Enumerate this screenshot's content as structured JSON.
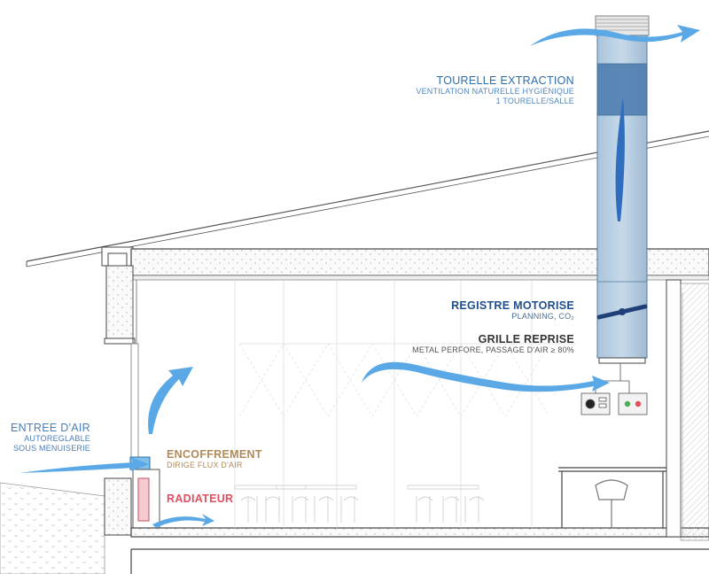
{
  "colors": {
    "air_flow": "#5aa9e6",
    "tower_title": "#2f6ea8",
    "register_title": "#1f4e8c",
    "grille_title": "#333333",
    "intake_title": "#4a7fb5",
    "casing_title": "#b08a5a",
    "radiator_title": "#e05060",
    "subtitle_grey": "#7a8a99"
  },
  "icons": {
    "air_flow": "air-flow-arrow-icon",
    "damper": "motorized-damper-icon",
    "controller": "co2-controller-icon"
  },
  "labels": {
    "tourelle": {
      "title": "TOURELLE EXTRACTION",
      "line1": "VENTILATION NATURELLE HYGIÉNIQUE",
      "line2": "1 TOURELLE/SALLE"
    },
    "registre": {
      "title": "REGISTRE MOTORISE",
      "line1": "PLANNING, CO₂"
    },
    "grille": {
      "title": "GRILLE REPRISE",
      "line1": "METAL PERFORE, PASSAGE D'AIR ≥ 80%"
    },
    "entree": {
      "title": "ENTREE D'AIR",
      "line1": "AUTOREGLABLE",
      "line2": "SOUS MENUISERIE"
    },
    "encoffrement": {
      "title": "ENCOFFREMENT",
      "line1": "DIRIGE FLUX D'AIR"
    },
    "radiateur": {
      "title": "RADIATEUR"
    }
  }
}
